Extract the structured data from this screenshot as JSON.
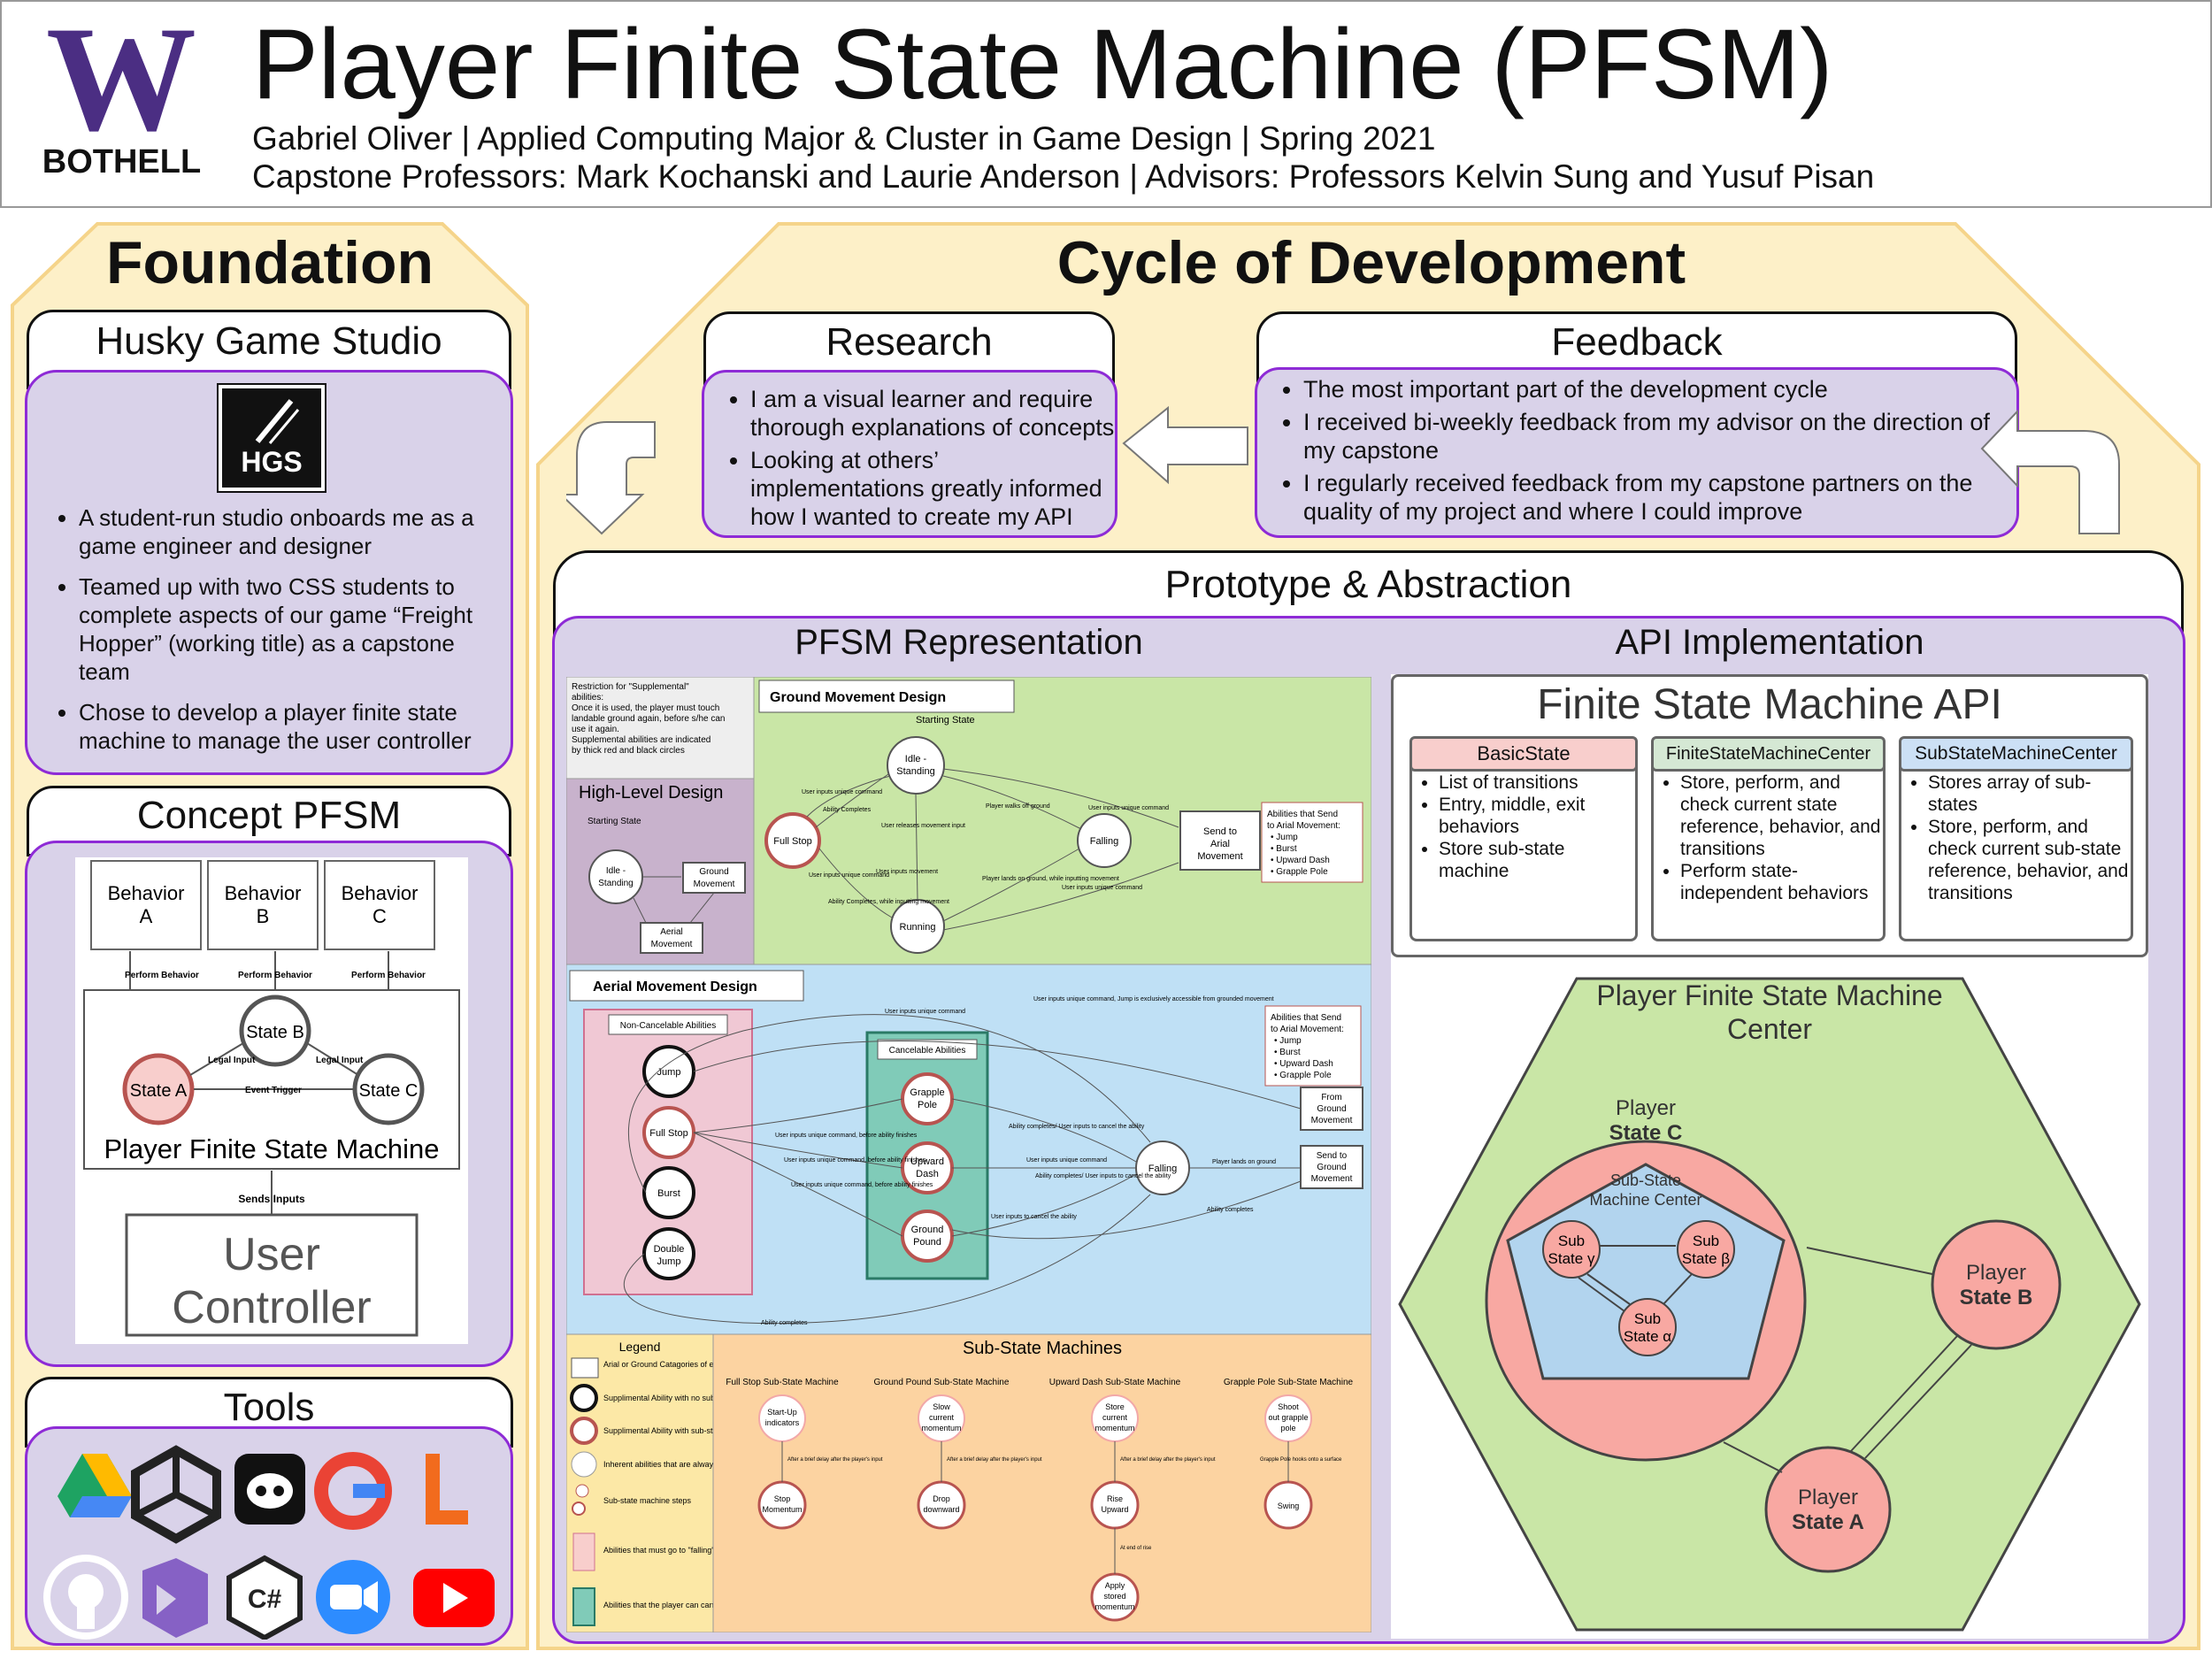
{
  "header": {
    "logo_letter": "W",
    "logo_text": "BOTHELL",
    "title": "Player Finite State Machine (PFSM)",
    "subtitle1": "Gabriel Oliver | Applied Computing Major & Cluster in Game Design | Spring 2021",
    "subtitle2": "Capstone Professors: Mark Kochanski and Laurie Anderson | Advisors: Professors Kelvin Sung and Yusuf Pisan"
  },
  "colors": {
    "purple": "#4b2e83",
    "gold_panel": "#fdf0c8",
    "gold_border": "#f5d48a",
    "lavender": "#d9d2e9",
    "lavender_border": "#8e2bd6"
  },
  "foundation": {
    "title": "Foundation",
    "husky": {
      "heading": "Husky Game Studio",
      "logo_text": "HGS",
      "bullets": [
        "A student-run studio onboards me as a game engineer and designer",
        "Teamed up with two CSS students to complete aspects of our game “Freight Hopper” (working title) as a capstone team",
        "Chose to develop a player finite state machine to manage the user controller"
      ]
    },
    "concept": {
      "heading": "Concept PFSM",
      "behaviors": [
        "Behavior\nA",
        "Behavior\nB",
        "Behavior\nC"
      ],
      "perform_label": "Perform Behavior",
      "state_a": "State A",
      "state_b": "State B",
      "state_c": "State C",
      "legal_input": "Legal Input",
      "event_trigger": "Event Trigger",
      "machine_label": "Player Finite State Machine",
      "sends_inputs": "Sends Inputs",
      "controller_line1": "User",
      "controller_line2": "Controller"
    },
    "tools": {
      "heading": "Tools",
      "icons": [
        "google-drive-icon",
        "unity-icon",
        "discord-icon",
        "google-icon",
        "lucidchart-icon",
        "github-icon",
        "visual-studio-icon",
        "csharp-icon",
        "zoom-icon",
        "youtube-icon"
      ]
    }
  },
  "cycle": {
    "title": "Cycle of Development",
    "research": {
      "heading": "Research",
      "bullets": [
        "I am a visual learner and require thorough explanations of concepts",
        "Looking at others’ implementations greatly informed how I wanted to create my API"
      ]
    },
    "feedback": {
      "heading": "Feedback",
      "bullets": [
        "The most important part of the development cycle",
        "I received bi-weekly feedback from my advisor on the direction of my capstone",
        "I regularly received feedback from my capstone partners on the quality of my project and where I could improve"
      ]
    },
    "prototype_heading": "Prototype & Abstraction",
    "pfsm_rep_heading": "PFSM Representation",
    "api_heading": "API Implementation"
  },
  "pfsm_rep": {
    "restriction": "Restriction for \"Supplemental\" abilities:\nOnce it is used, the player must touch landable ground again, before s/he can use it again.\nSupplemental abilities are indicated by thick red and black circles",
    "high_level": {
      "title": "High-Level Design",
      "starting": "Starting State",
      "idle": "Idle -\nStanding",
      "ground": "Ground\nMovement",
      "aerial": "Aerial\nMovement"
    },
    "ground": {
      "title": "Ground Movement Design",
      "starting": "Starting State",
      "idle": "Idle -\nStanding",
      "full_stop": "Full Stop",
      "falling": "Falling",
      "running": "Running",
      "send": "Send to\nArial\nMovement",
      "abilities": "Abilities that Send\nto Arial Movement:\n• Jump\n• Burst\n• Upward Dash\n• Grapple Pole",
      "edge_labels": [
        "User inputs unique command",
        "Ability Completes",
        "User releases movement input",
        "Player walks off ground",
        "User inputs unique command",
        "User inputs movement",
        "Player lands on ground, while inputting movement",
        "Ability Completes, while inputting movement",
        "User inputs unique command",
        "User inputs unique command"
      ]
    },
    "aerial": {
      "title": "Aerial Movement Design",
      "non_cancel": "Non-Cancelable Abilities",
      "cancel": "Cancelable Abilities",
      "jump": "Jump",
      "full_stop": "Full Stop",
      "burst": "Burst",
      "double_jump": "Double\nJump",
      "grapple": "Grapple\nPole",
      "upward_dash": "Upward\nDash",
      "ground_pound": "Ground\nPound",
      "falling": "Falling",
      "send_ground": "Send to\nGround\nMovement",
      "from_ground": "From\nGround\nMovement",
      "abilities": "Abilities that Send\nto Arial Movement:\n• Jump\n• Burst\n• Upward Dash\n• Grapple Pole",
      "edge_labels": [
        "User inputs unique command",
        "User inputs unique command, Jump is exclusively accessible from grounded movement",
        "Ability completes/ User inputs to cancel the ability",
        "User inputs unique command, before ability finishes",
        "User inputs unique command, before ability finishes",
        "User inputs unique command, before ability finishes",
        "User inputs unique command",
        "Ability completes/ User inputs to cancel the ability",
        "Player lands on ground",
        "User inputs to cancel the ability",
        "Ability completes",
        "Ability completes"
      ]
    },
    "legend": {
      "title": "Legend",
      "items": [
        "Arial or Ground Catagories of each state",
        "Supplimental Ability with no sub-state machine",
        "Supplimental Ability with sub-state machine",
        "Inherent abilities that are always accessible",
        "Sub-state machine steps",
        "Abilities that must go to \"falling\" state after the ability completes",
        "Abilities that the player can cancel into another supplimental ability"
      ]
    },
    "substates": {
      "title": "Sub-State Machines",
      "machines": [
        {
          "name": "Full Stop Sub-State Machine",
          "steps": [
            "Start-Up\nindicators",
            "Stop\nMomentum"
          ],
          "edges": [
            "After a brief delay after the player's input"
          ]
        },
        {
          "name": "Ground Pound Sub-State Machine",
          "steps": [
            "Slow\ncurrent\nmomentum",
            "Drop\ndownward"
          ],
          "edges": [
            "After a brief delay after the player's input"
          ]
        },
        {
          "name": "Upward Dash Sub-State Machine",
          "steps": [
            "Store\ncurrent\nmomentum",
            "Rise\nUpward",
            "Apply\nstored\nmomentum"
          ],
          "edges": [
            "After a brief delay after the player's input",
            "At end of rise"
          ]
        },
        {
          "name": "Grapple Pole Sub-State Machine",
          "steps": [
            "Shoot\nout grapple\npole",
            "Swing"
          ],
          "edges": [
            "Grapple Pole hooks onto a surface"
          ]
        }
      ]
    }
  },
  "api": {
    "title": "Finite State Machine API",
    "classes": [
      {
        "name": "BasicState",
        "color": "#f8cecc",
        "items": [
          "List of transitions",
          "Entry, middle, exit behaviors",
          "Store sub-state machine"
        ]
      },
      {
        "name": "FiniteStateMachineCenter",
        "color": "#d5e8d4",
        "items": [
          "Store, perform, and check current state reference, behavior, and transitions",
          "Perform state-independent behaviors"
        ]
      },
      {
        "name": "SubStateMachineCenter",
        "color": "#cce0f5",
        "items": [
          "Stores array of sub-states",
          "Store, perform, and check current sub-state reference, behavior, and transitions"
        ]
      }
    ],
    "center": {
      "title_line1": "Player Finite State Machine",
      "title_line2": "Center",
      "state_c": [
        "Player",
        "State C"
      ],
      "sub_center": [
        "Sub-State",
        "Machine Center"
      ],
      "sub_y": [
        "Sub",
        "State γ"
      ],
      "sub_b": [
        "Sub",
        "State β"
      ],
      "sub_a": [
        "Sub",
        "State α"
      ],
      "state_b": [
        "Player",
        "State B"
      ],
      "state_a": [
        "Player",
        "State A"
      ]
    }
  }
}
